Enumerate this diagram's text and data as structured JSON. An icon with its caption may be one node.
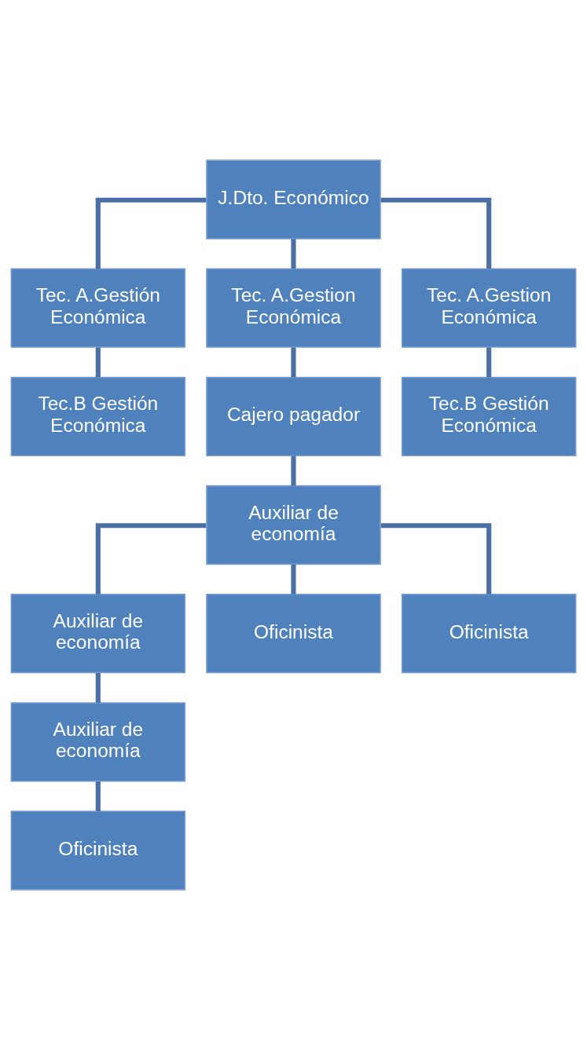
{
  "diagram": {
    "nodes": [
      {
        "text": [
          "J.Dto. Económico"
        ]
      },
      {
        "text": [
          "Tec. A.Gestión Económica"
        ]
      },
      {
        "text": [
          "Tec. A.Gestion Económica"
        ]
      },
      {
        "text": [
          "Tec. A.Gestion Económica"
        ]
      },
      {
        "text": [
          "Tec.B Gestión Económica"
        ]
      },
      {
        "text": [
          "Cajero pagador"
        ]
      },
      {
        "text": [
          "Tec.B Gestión Económica"
        ]
      },
      {
        "text": [
          "Auxiliar de economía"
        ]
      },
      {
        "text": [
          "Auxiliar de economía"
        ]
      },
      {
        "text": [
          "Auxiliar de economía"
        ]
      },
      {
        "text": [
          "Oficinista"
        ]
      },
      {
        "text": [
          "Oficinista"
        ]
      },
      {
        "text": [
          "Oficinista"
        ]
      }
    ],
    "edges": [
      {
        "from": 0,
        "to": 1,
        "arrow": "none"
      },
      {
        "from": 0,
        "to": 2,
        "arrow": "none"
      },
      {
        "from": 0,
        "to": 3,
        "arrow": "none"
      },
      {
        "from": 1,
        "to": 4,
        "arrow": "none"
      },
      {
        "from": 2,
        "to": 5,
        "arrow": "none"
      },
      {
        "from": 3,
        "to": 6,
        "arrow": "none"
      },
      {
        "from": 5,
        "to": 7,
        "arrow": "none"
      },
      {
        "from": 7,
        "to": 8,
        "arrow": "none"
      },
      {
        "from": 8,
        "to": 9,
        "arrow": "none"
      },
      {
        "from": 9,
        "to": 10,
        "arrow": "none"
      },
      {
        "from": 7,
        "to": 11,
        "arrow": "none"
      },
      {
        "from": 7,
        "to": 12,
        "arrow": "none"
      }
    ]
  }
}
